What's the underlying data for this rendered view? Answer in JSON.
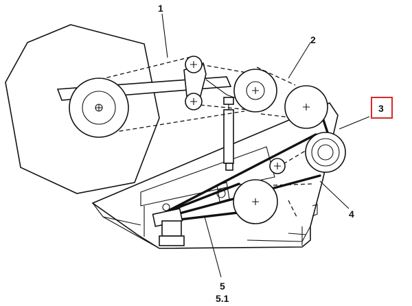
{
  "callouts": {
    "c1": "1",
    "c2": "2",
    "c3": "3",
    "c4": "4",
    "c5": "5",
    "c51": "5.1"
  },
  "highlight_color": "#d62828"
}
